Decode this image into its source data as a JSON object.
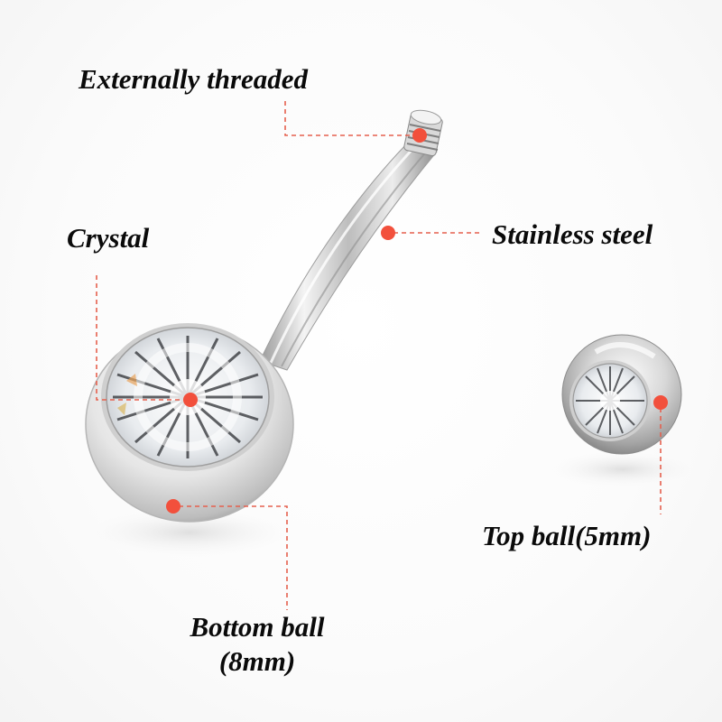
{
  "product": "Belly button ring (curved barbell) diagram",
  "labels": {
    "externally_threaded": "Externally threaded",
    "stainless_steel": "Stainless steel",
    "crystal": "Crystal",
    "bottom_ball_line1": "Bottom ball",
    "bottom_ball_line2": "(8mm)",
    "top_ball": "Top ball(5mm)"
  },
  "colors": {
    "callout_dot": "#f2503c",
    "callout_line": "#e5604e",
    "text": "#0a0a0a",
    "background": "#ffffff",
    "metal_light": "#f5f5f5",
    "metal_mid": "#c9c9c9",
    "metal_dark": "#8c8c8c"
  }
}
